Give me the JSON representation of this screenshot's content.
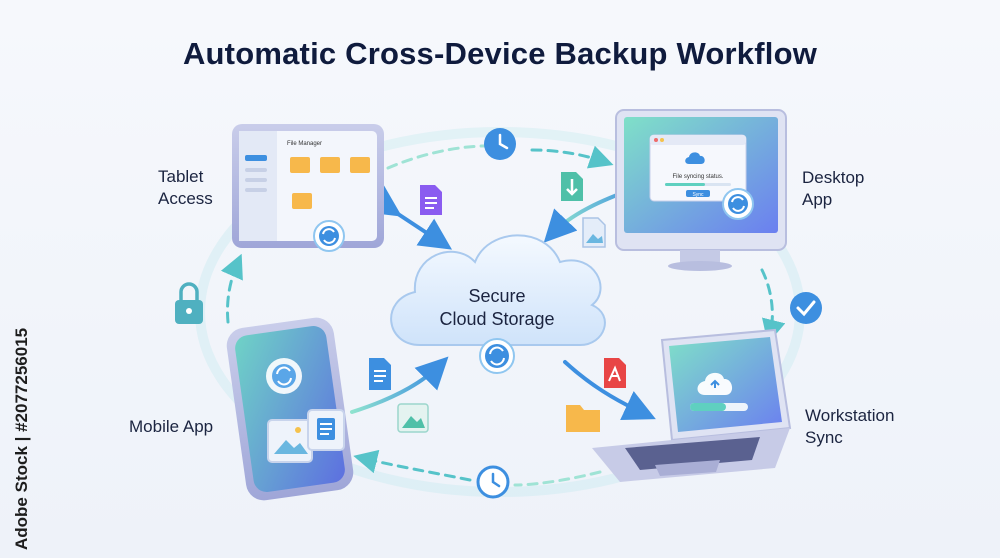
{
  "title": "Automatic Cross-Device Backup Workflow",
  "center": {
    "line1": "Secure",
    "line2": "Cloud Storage"
  },
  "nodes": {
    "tablet": {
      "line1": "Tablet",
      "line2": "Access",
      "screen_title": "File Manager"
    },
    "desktop": {
      "line1": "Desktop",
      "line2": "App",
      "dialog_text": "File syncing status.",
      "dialog_button": "Sync"
    },
    "mobile": {
      "line1": "Mobile App"
    },
    "workstation": {
      "line1": "Workstation",
      "line2": "Sync"
    }
  },
  "colors": {
    "accent_blue": "#3d8fe0",
    "accent_teal": "#5fd0c0",
    "navy": "#0f1b3d",
    "cloud": "#dcebfb"
  },
  "icons": [
    "clock-icon",
    "check-icon",
    "lock-icon",
    "sync-icon",
    "folder-icon",
    "document-icon",
    "image-icon",
    "pdf-icon",
    "download-icon",
    "cloud-icon"
  ],
  "watermark": "Adobe Stock | #2077256015"
}
